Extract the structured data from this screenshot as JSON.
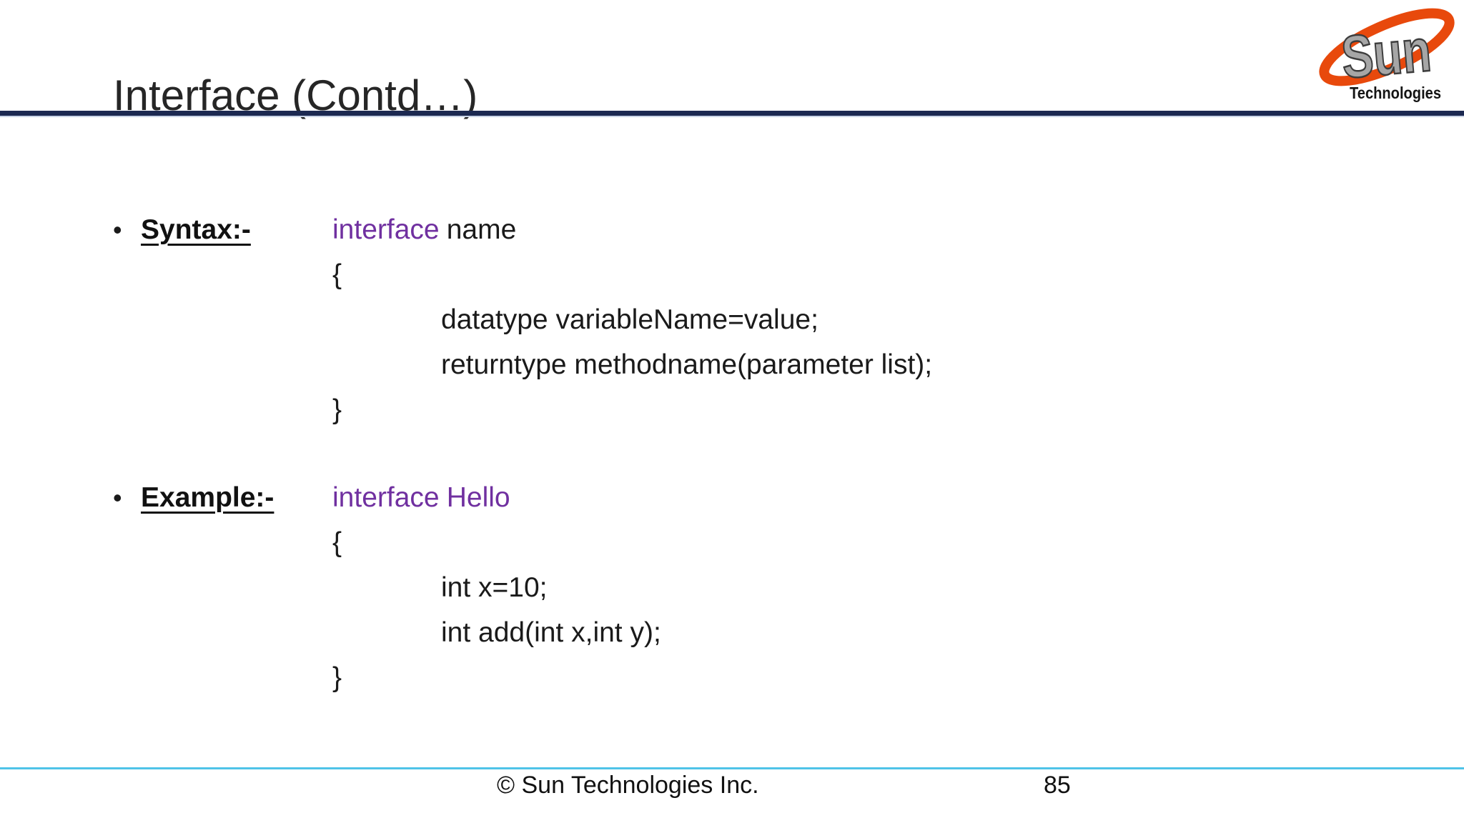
{
  "colors": {
    "keyword_purple": "#7030a0",
    "body_black": "#1a1a1a",
    "title_rule_navy": "#1c2951",
    "footer_rule_blue": "#4fc3e8",
    "logo_orange": "#e8490c"
  },
  "slide": {
    "title": "Interface (Contd…)",
    "logo": {
      "brand": "Sun",
      "tagline": "Technologies"
    },
    "sections": [
      {
        "bullet": "•",
        "label": "Syntax:-",
        "decl_keyword": "interface",
        "decl_name": "name",
        "decl_name_color": "#1a1a1a",
        "lines": {
          "open": "{",
          "body1": "datatype variableName=value;",
          "body2": "returntype methodname(parameter list);",
          "close": "}"
        }
      },
      {
        "bullet": "•",
        "label": "Example:-",
        "decl_keyword": "interface",
        "decl_name": "Hello",
        "decl_name_color": "#7030a0",
        "lines": {
          "open": "{",
          "body1": "int x=10;",
          "body2": "int add(int x,int y);",
          "close": "}"
        }
      }
    ],
    "footer": {
      "copyright": "© Sun Technologies Inc.",
      "page_number": "85"
    }
  }
}
